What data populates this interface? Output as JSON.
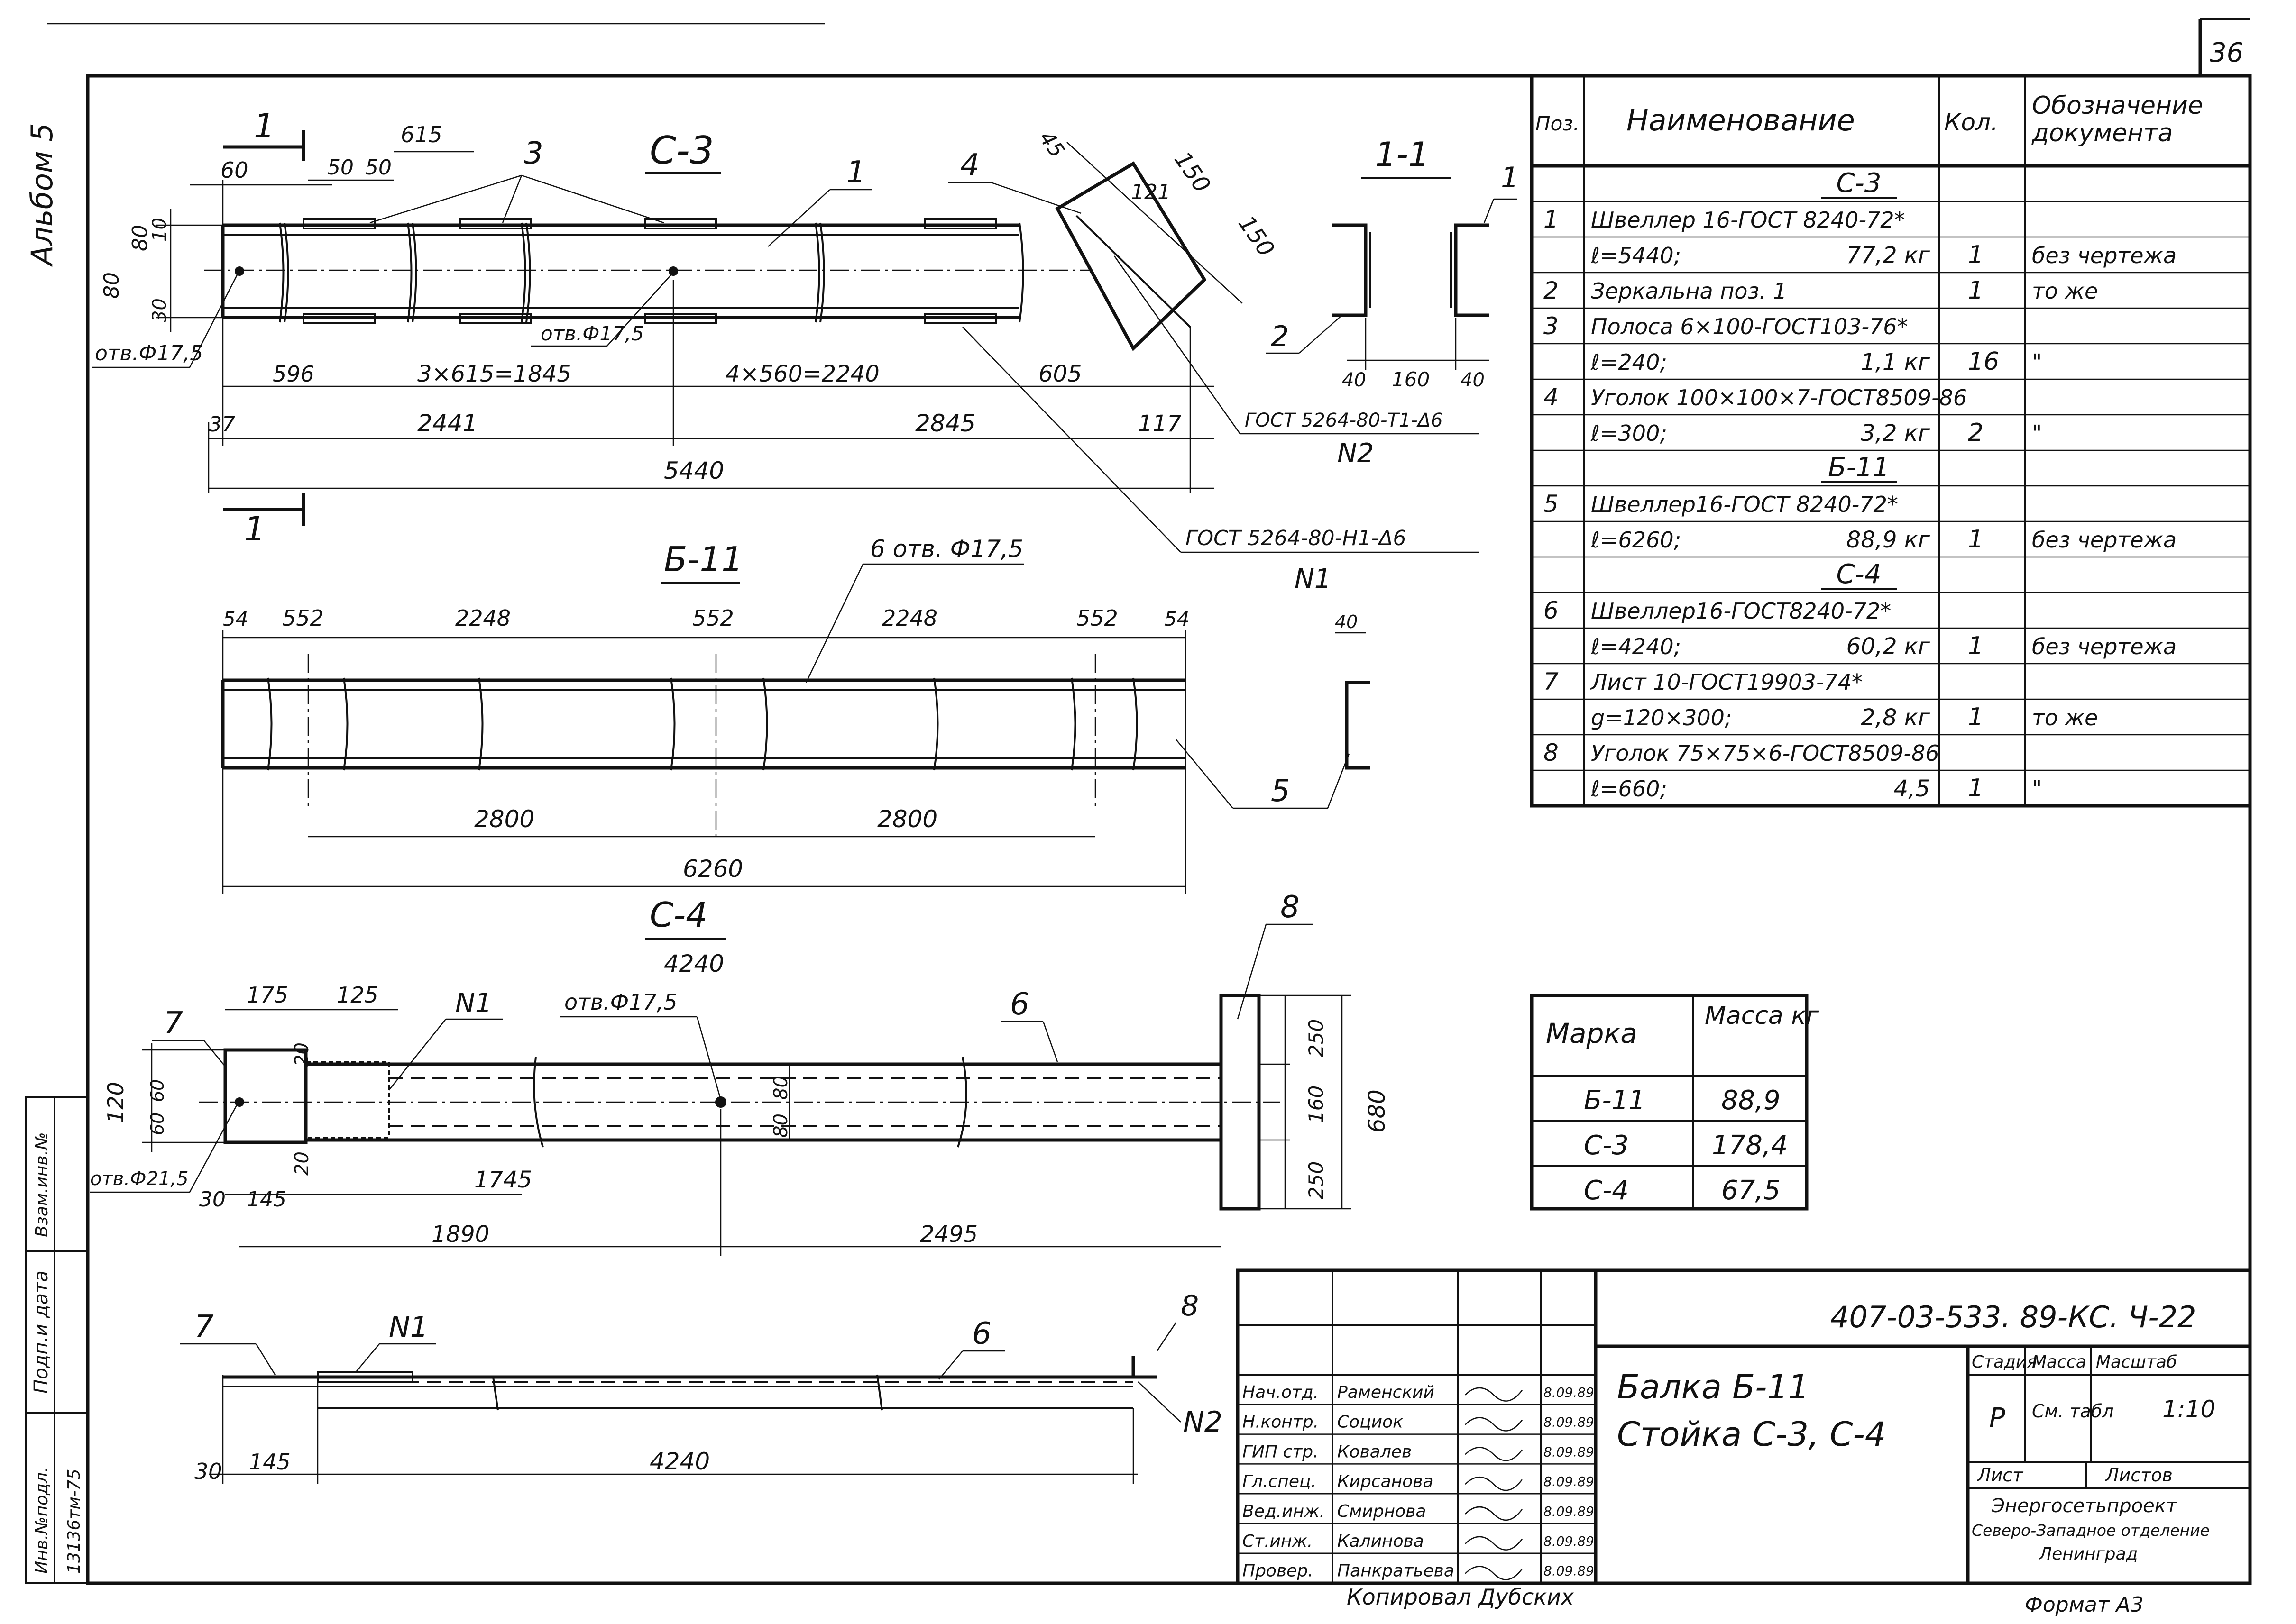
{
  "sheet": {
    "sheet_no": "36",
    "album": "Альбом 5",
    "format": "Формат А3",
    "copied_by": "Копировал Дубских",
    "side_labels": {
      "replaces": "Взам.инв.№",
      "sign_date": "Подп.и дата",
      "inv_no": "Инв.№подл.",
      "inv_value": "13136тм-75"
    }
  },
  "drawings": {
    "c3": {
      "title": "С-3",
      "section_mark": "1",
      "dims": {
        "d60": "60",
        "d615": "615",
        "d50a": "50",
        "d50b": "50",
        "d80a": "80",
        "d80b": "80",
        "d10": "10",
        "d30": "30",
        "d45": "45",
        "d150a": "150",
        "d150b": "150",
        "d121": "121",
        "d596": "596",
        "d3x615": "3×615=1845",
        "d4x560": "4×560=2240",
        "d605": "605",
        "d37": "37",
        "d2441": "2441",
        "d2845": "2845",
        "d117": "117",
        "d5440": "5440"
      },
      "hole": "отв.Ф17,5",
      "hole2": "отв.Ф17,5",
      "callouts": {
        "p1": "1",
        "p3": "3",
        "p4": "4"
      },
      "weld1": "ГОСТ 5264-80-Н1-Δ6",
      "weld1_n": "N1",
      "weld2": "ГОСТ 5264-80-Т1-Δ6",
      "weld2_n": "N2"
    },
    "sec11": {
      "title": "1-1",
      "p1": "1",
      "p2": "2",
      "d40a": "40",
      "d160": "160",
      "d40b": "40"
    },
    "b11": {
      "title": "Б-11",
      "holes": "6 отв. Ф17,5",
      "dims_top": [
        "54",
        "552",
        "2248",
        "552",
        "2248",
        "552",
        "54"
      ],
      "d2800a": "2800",
      "d2800b": "2800",
      "d6260": "6260",
      "p5": "5",
      "d40": "40"
    },
    "c4": {
      "title": "С-4",
      "d4240": "4240",
      "d175": "175",
      "d125": "125",
      "n1": "N1",
      "hole": "отв.Ф17,5",
      "hole21": "отв.Ф21,5",
      "p6": "6",
      "p7": "7",
      "p8": "8",
      "d20a": "20",
      "d20b": "20",
      "d120": "120",
      "d60a": "60",
      "d60b": "60",
      "d80a": "80",
      "d80b": "80",
      "d30": "30",
      "d145": "145",
      "d1745": "1745",
      "d1890": "1890",
      "d2495": "2495",
      "d250a": "250",
      "d160": "160",
      "d250b": "250",
      "d680": "680"
    },
    "c4side": {
      "p7": "7",
      "n1": "N1",
      "p6": "6",
      "p8": "8",
      "n2": "N2",
      "d30": "30",
      "d145": "145",
      "d4240": "4240"
    }
  },
  "spec_table": {
    "headers": {
      "pos": "Поз.",
      "name": "Наименование",
      "qty": "Кол.",
      "doc": "Обозначение документа"
    },
    "rows": [
      {
        "pos": "",
        "name": "С-3",
        "mass": "",
        "qty": "",
        "doc": "",
        "group": true
      },
      {
        "pos": "1",
        "name": "Швеллер 16-ГОСТ 8240-72*",
        "mass": "",
        "qty": "",
        "doc": ""
      },
      {
        "pos": "",
        "name": "ℓ=5440;",
        "mass": "77,2 кг",
        "qty": "1",
        "doc": "без чертежа"
      },
      {
        "pos": "2",
        "name": "Зеркальна поз. 1",
        "mass": "",
        "qty": "1",
        "doc": "то же"
      },
      {
        "pos": "3",
        "name": "Полоса 6×100-ГОСТ103-76*",
        "mass": "",
        "qty": "",
        "doc": ""
      },
      {
        "pos": "",
        "name": "ℓ=240;",
        "mass": "1,1 кг",
        "qty": "16",
        "doc": "\""
      },
      {
        "pos": "4",
        "name": "Уголок 100×100×7-ГОСТ8509-86",
        "mass": "",
        "qty": "",
        "doc": ""
      },
      {
        "pos": "",
        "name": "ℓ=300;",
        "mass": "3,2 кг",
        "qty": "2",
        "doc": "\""
      },
      {
        "pos": "",
        "name": "Б-11",
        "mass": "",
        "qty": "",
        "doc": "",
        "group": true
      },
      {
        "pos": "5",
        "name": "Швеллер16-ГОСТ 8240-72*",
        "mass": "",
        "qty": "",
        "doc": ""
      },
      {
        "pos": "",
        "name": "ℓ=6260;",
        "mass": "88,9 кг",
        "qty": "1",
        "doc": "без чертежа"
      },
      {
        "pos": "",
        "name": "С-4",
        "mass": "",
        "qty": "",
        "doc": "",
        "group": true
      },
      {
        "pos": "6",
        "name": "Швеллер16-ГОСТ8240-72*",
        "mass": "",
        "qty": "",
        "doc": ""
      },
      {
        "pos": "",
        "name": "ℓ=4240;",
        "mass": "60,2 кг",
        "qty": "1",
        "doc": "без чертежа"
      },
      {
        "pos": "7",
        "name": "Лист 10-ГОСТ19903-74*",
        "mass": "",
        "qty": "",
        "doc": ""
      },
      {
        "pos": "",
        "name": "g=120×300;",
        "mass": "2,8 кг",
        "qty": "1",
        "doc": "то же"
      },
      {
        "pos": "8",
        "name": "Уголок 75×75×6-ГОСТ8509-86",
        "mass": "",
        "qty": "",
        "doc": ""
      },
      {
        "pos": "",
        "name": "ℓ=660;",
        "mass": "4,5",
        "qty": "1",
        "doc": "\""
      }
    ]
  },
  "mass_table": {
    "headers": {
      "mark": "Марка",
      "mass": "Масса кг"
    },
    "rows": [
      {
        "mark": "Б-11",
        "mass": "88,9"
      },
      {
        "mark": "С-3",
        "mass": "178,4"
      },
      {
        "mark": "С-4",
        "mass": "67,5"
      }
    ]
  },
  "title_block": {
    "code": "407-03-533. 89-КС. Ч-22",
    "title1": "Балка Б-11",
    "title2": "Стойка С-3, С-4",
    "stage_h": "Стадия",
    "mass_h": "Масса",
    "scale_h": "Масштаб",
    "stage": "Р",
    "mass": "См. табл",
    "scale": "1:10",
    "sheet_h": "Лист",
    "sheets_h": "Листов",
    "org1": "Энергосетьпроект",
    "org2": "Северо-Западное отделение",
    "org3": "Ленинград",
    "staff": [
      {
        "role": "Нач.отд.",
        "name": "Раменский",
        "date": "8.09.89"
      },
      {
        "role": "Н.контр.",
        "name": "Социок",
        "date": "8.09.89"
      },
      {
        "role": "ГИП стр.",
        "name": "Ковалев",
        "date": "8.09.89"
      },
      {
        "role": "Гл.спец.",
        "name": "Кирсанова",
        "date": "8.09.89"
      },
      {
        "role": "Вед.инж.",
        "name": "Смирнова",
        "date": "8.09.89"
      },
      {
        "role": "Ст.инж.",
        "name": "Калинова",
        "date": "8.09.89"
      },
      {
        "role": "Провер.",
        "name": "Панкратьева",
        "date": "8.09.89"
      }
    ]
  }
}
